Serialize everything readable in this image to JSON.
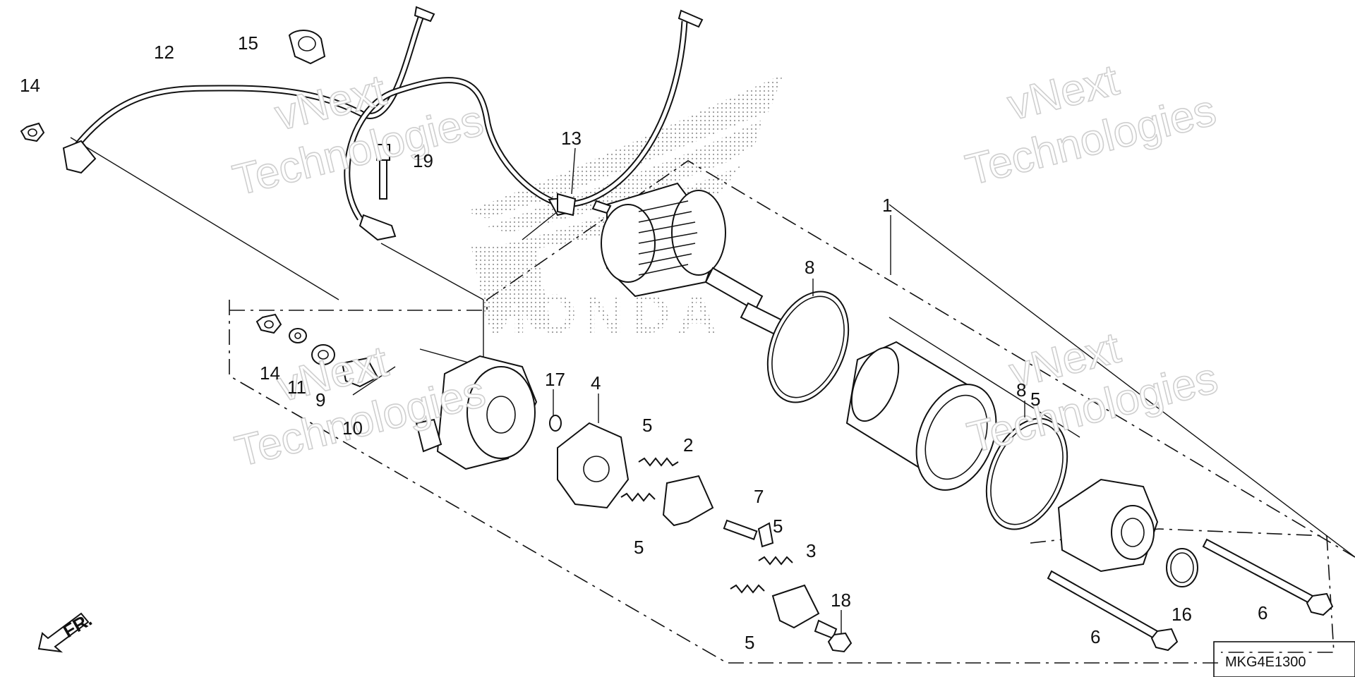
{
  "diagram": {
    "code": "MKG4E1300",
    "direction_label": "FR.",
    "brand_mark_text": "HONDA",
    "callouts": [
      "1",
      "2",
      "3",
      "4",
      "5",
      "5",
      "5",
      "5",
      "5",
      "6",
      "6",
      "7",
      "8",
      "8",
      "9",
      "10",
      "11",
      "12",
      "13",
      "14",
      "14",
      "15",
      "16",
      "17",
      "18",
      "19"
    ],
    "watermark": {
      "line1": "vNext",
      "line2": "Technologies"
    }
  }
}
